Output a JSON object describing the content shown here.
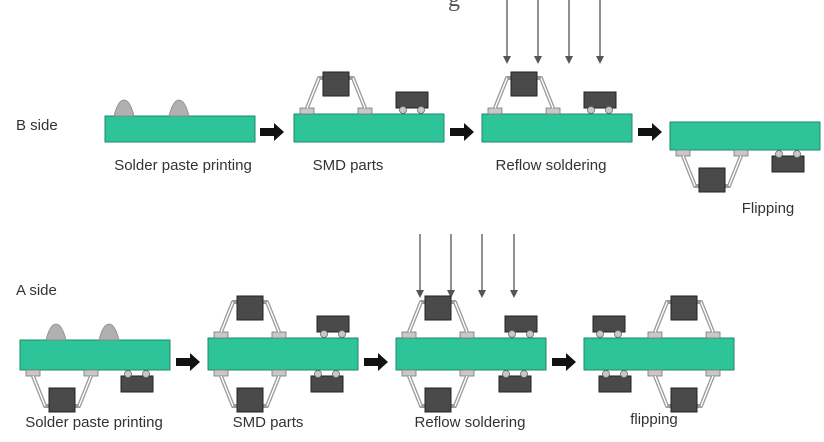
{
  "title_fragment": "g",
  "rows": {
    "b": {
      "side_label": "B side",
      "steps": [
        {
          "label": "Solder paste printing"
        },
        {
          "label": "SMD parts"
        },
        {
          "label": "Reflow soldering"
        },
        {
          "label": "Flipping"
        }
      ]
    },
    "a": {
      "side_label": "A side",
      "steps": [
        {
          "label": "Solder paste printing"
        },
        {
          "label": "SMD parts"
        },
        {
          "label": "Reflow soldering"
        },
        {
          "label": "flipping"
        }
      ]
    }
  },
  "colors": {
    "board": "#2ec49a",
    "board_edge": "#1f8a6a",
    "pad": "#c8c8c8",
    "chip": "#4a4a4a",
    "solder_paste": "#b0b0b0",
    "arrow": "#111111",
    "heat_arrow": "#555555",
    "lead": "#9a9a9a"
  }
}
